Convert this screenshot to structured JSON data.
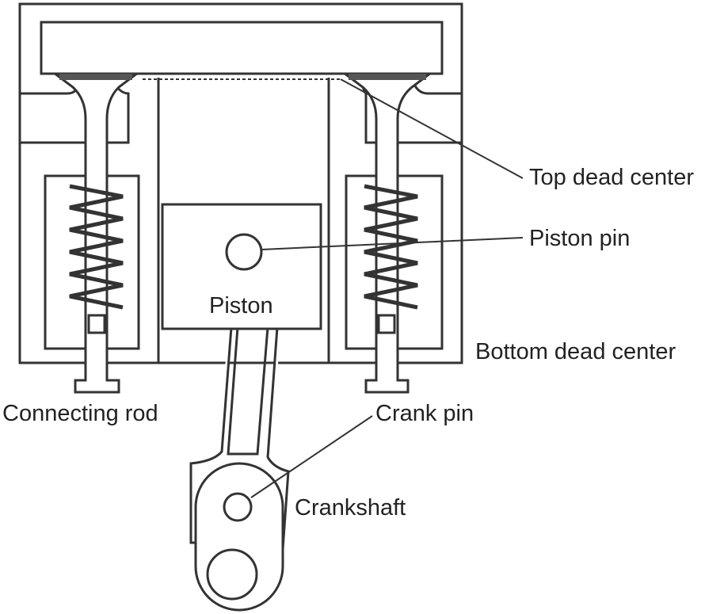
{
  "diagram": {
    "title": "Four-stroke engine cylinder cross-section",
    "labels": {
      "top_dead_center": "Top dead center",
      "piston_pin": "Piston pin",
      "piston": "Piston",
      "bottom_dead_center": "Bottom dead center",
      "connecting_rod": "Connecting rod",
      "crank_pin": "Crank pin",
      "crankshaft": "Crankshaft"
    },
    "colors": {
      "line": "#333333",
      "background": "#ffffff"
    }
  }
}
